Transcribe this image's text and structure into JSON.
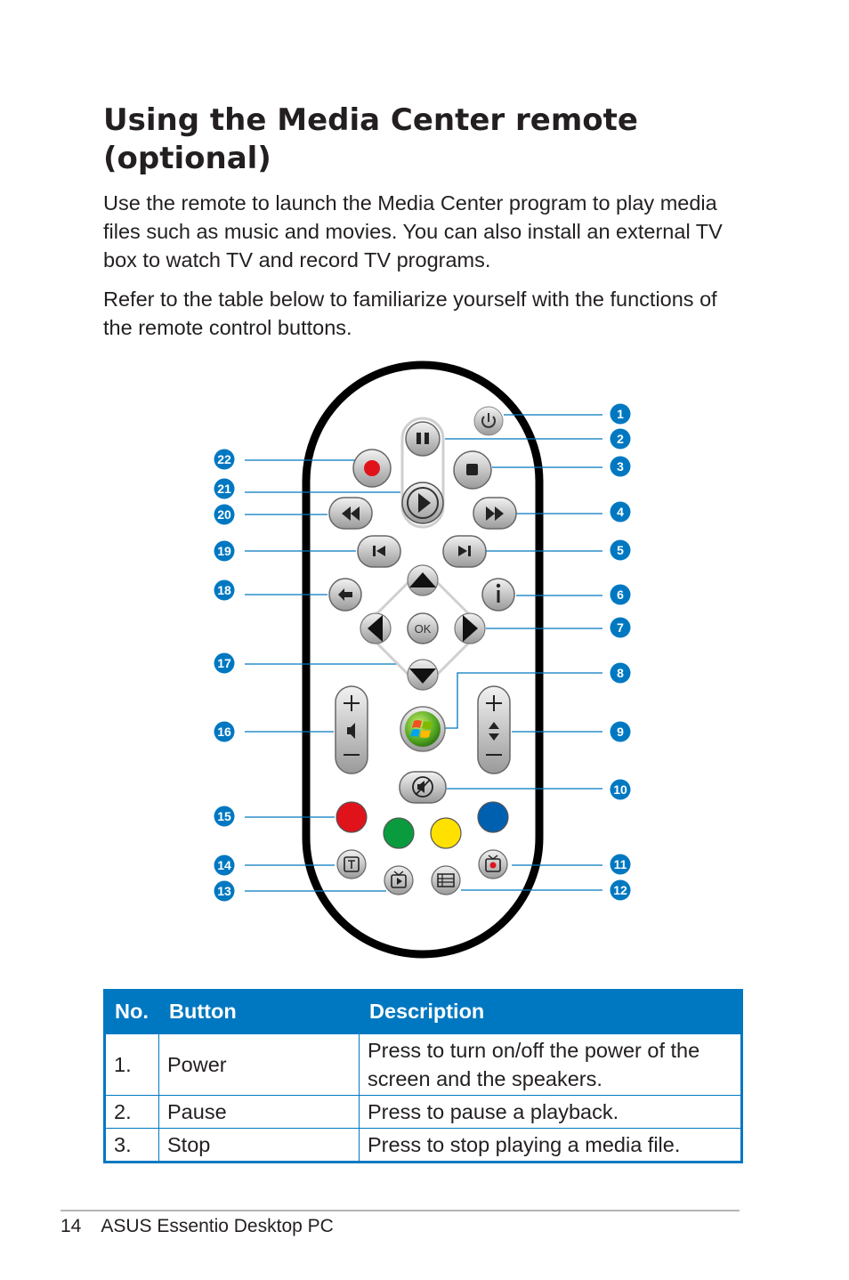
{
  "page": {
    "title": "Using the Media Center remote (optional)",
    "paragraphs": [
      "Use the remote to launch the Media Center program to play media files such as music and movies. You can also install an external TV box to watch TV and record TV programs.",
      "Refer to the table below to familiarize yourself with the functions of the remote control buttons."
    ]
  },
  "figure": {
    "callouts_right": [
      "1",
      "2",
      "3",
      "4",
      "5",
      "6",
      "7",
      "8",
      "9",
      "10",
      "11",
      "12"
    ],
    "callouts_left": [
      "22",
      "21",
      "20",
      "19",
      "18",
      "17",
      "16",
      "15",
      "14",
      "13"
    ],
    "ok_label": "OK",
    "colors": {
      "accent": "#0078c1",
      "record": "#e0131b",
      "red": "#e0131b",
      "green": "#0a9b3e",
      "yellow": "#ffe100",
      "blue": "#0060b0"
    }
  },
  "table": {
    "headers": [
      "No.",
      "Button",
      "Description"
    ],
    "rows": [
      {
        "no": "1.",
        "button": "Power",
        "description": "Press to turn on/off the power of the screen and the speakers."
      },
      {
        "no": "2.",
        "button": "Pause",
        "description": "Press to pause a playback."
      },
      {
        "no": "3.",
        "button": "Stop",
        "description": "Press to stop playing a media file."
      }
    ]
  },
  "footer": {
    "page_number": "14",
    "text": "ASUS Essentio Desktop PC"
  }
}
